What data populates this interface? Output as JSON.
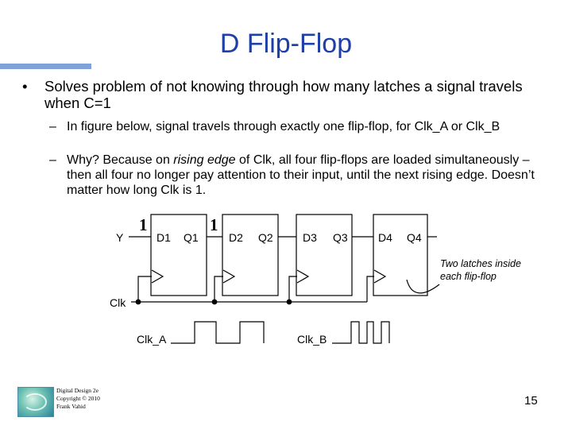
{
  "title": "D Flip-Flop",
  "bullet": {
    "mark": "•",
    "text": "Solves problem of not knowing through how many latches a signal travels when C=1"
  },
  "subbullets": [
    {
      "mark": "–",
      "text": "In figure below, signal travels through exactly one flip-flop, for Clk_A or Clk_B"
    },
    {
      "mark": "–",
      "text_before": "Why? Because on ",
      "text_em": "rising edge",
      "text_after": " of Clk, all four flip-flops are loaded simultaneously – then all four no longer pay attention to their input, until the next rising edge. Doesn’t matter how long Clk is 1."
    }
  ],
  "diagram": {
    "input_label": "Y",
    "value_labels": [
      "1",
      "1"
    ],
    "d_labels": [
      "D1",
      "D2",
      "D3",
      "D4"
    ],
    "q_labels": [
      "Q1",
      "Q2",
      "Q3",
      "Q4"
    ],
    "clock_label": "Clk",
    "clock_a_label": "Clk_A",
    "clock_b_label": "Clk_B",
    "annotation_lines": [
      "Two latches inside",
      "each flip-flop"
    ]
  },
  "footer_lines": [
    "Digital Design 2e",
    "Copyright © 2010",
    "Frank Vahid"
  ],
  "page_number": "15",
  "colors": {
    "title": "#1f3fa8",
    "rule": "#7fa3d8"
  }
}
